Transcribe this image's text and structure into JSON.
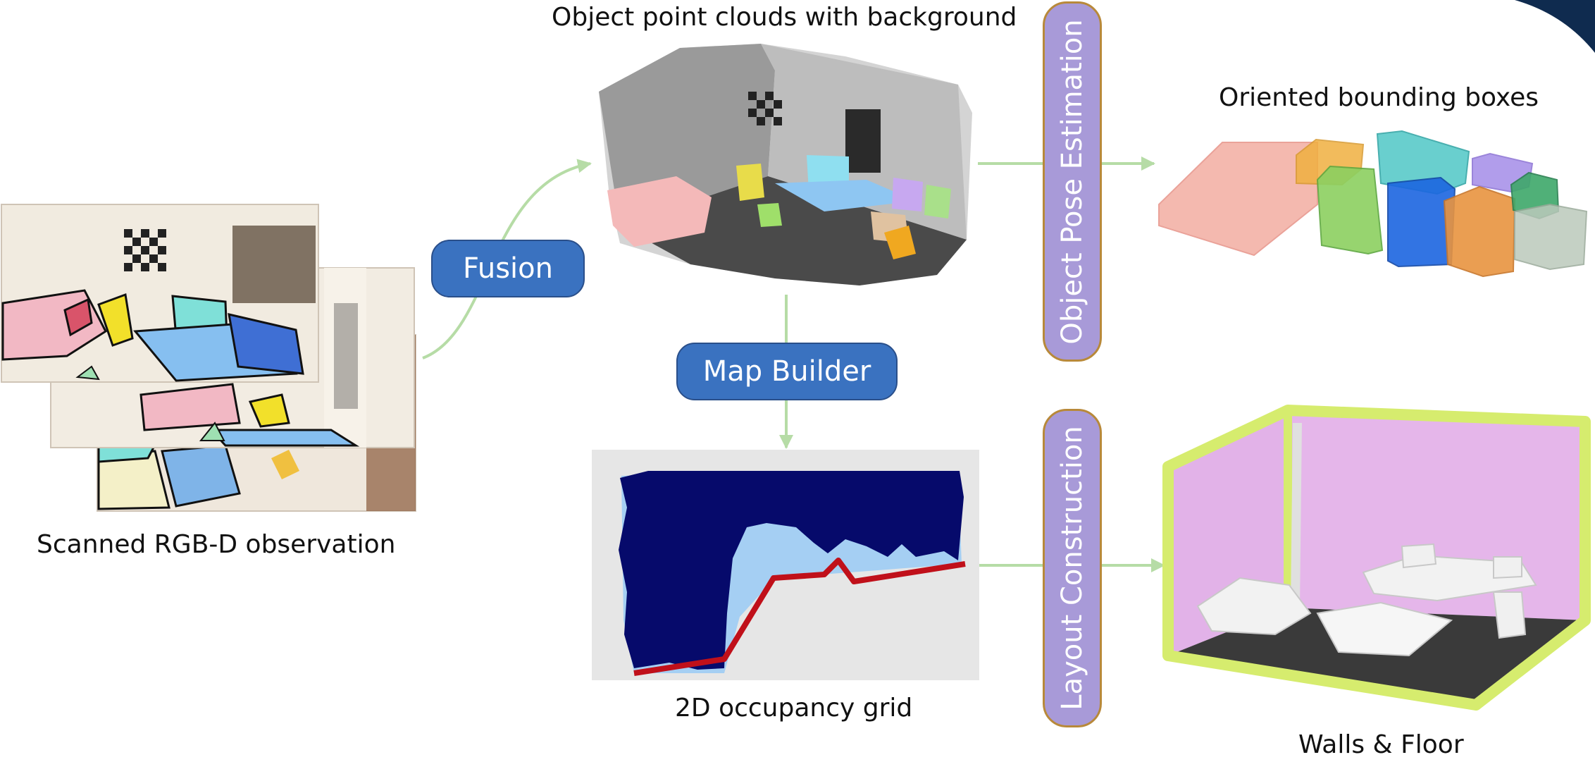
{
  "captions": {
    "scanned": "Scanned RGB-D observation",
    "point_clouds": "Object point clouds with background",
    "bboxes": "Oriented bounding boxes",
    "occupancy": "2D occupancy grid",
    "walls": "Walls & Floor"
  },
  "steps": {
    "fusion": "Fusion",
    "map_builder": "Map Builder",
    "pose_estimation": "Object Pose Estimation",
    "layout_construction": "Layout Construction"
  },
  "colors": {
    "arrow": "#b6dca6",
    "step_blue": "#3a72c0",
    "step_purple": "#a89ad8",
    "grid_occupied": "#060a6b",
    "grid_free": "#a5cff3",
    "wall_line": "#c0101a",
    "wall_frame": "#d6ec6e",
    "wall_fill": "#e2b2e8",
    "corner_accent": "#0f2b4f"
  }
}
